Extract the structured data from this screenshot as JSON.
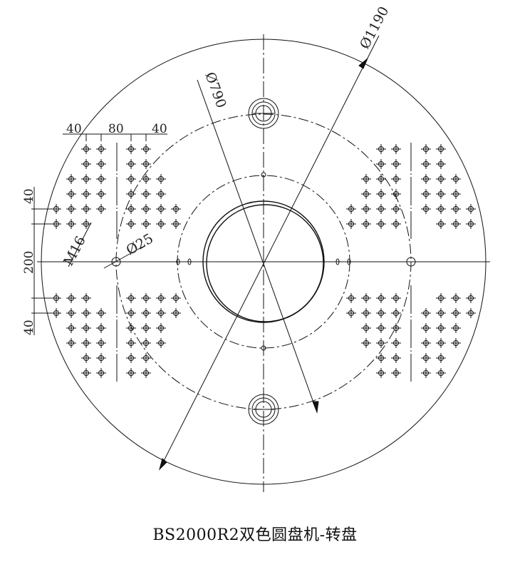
{
  "caption": "BS2000R2双色圆盘机-转盘",
  "dimensions": {
    "outer_diameter": "Ø1190",
    "pitch_circle_diameter": "Ø790",
    "pin_hole_diameter": "Ø25",
    "thread": "M16",
    "top_spacing_left": "40",
    "top_spacing_middle": "80",
    "top_spacing_right": "40",
    "side_spacing_top": "40",
    "side_spacing_middle": "200",
    "side_spacing_bottom": "40"
  },
  "colors": {
    "line": "#111111",
    "dimension_text": "#222222",
    "background": "#ffffff"
  }
}
